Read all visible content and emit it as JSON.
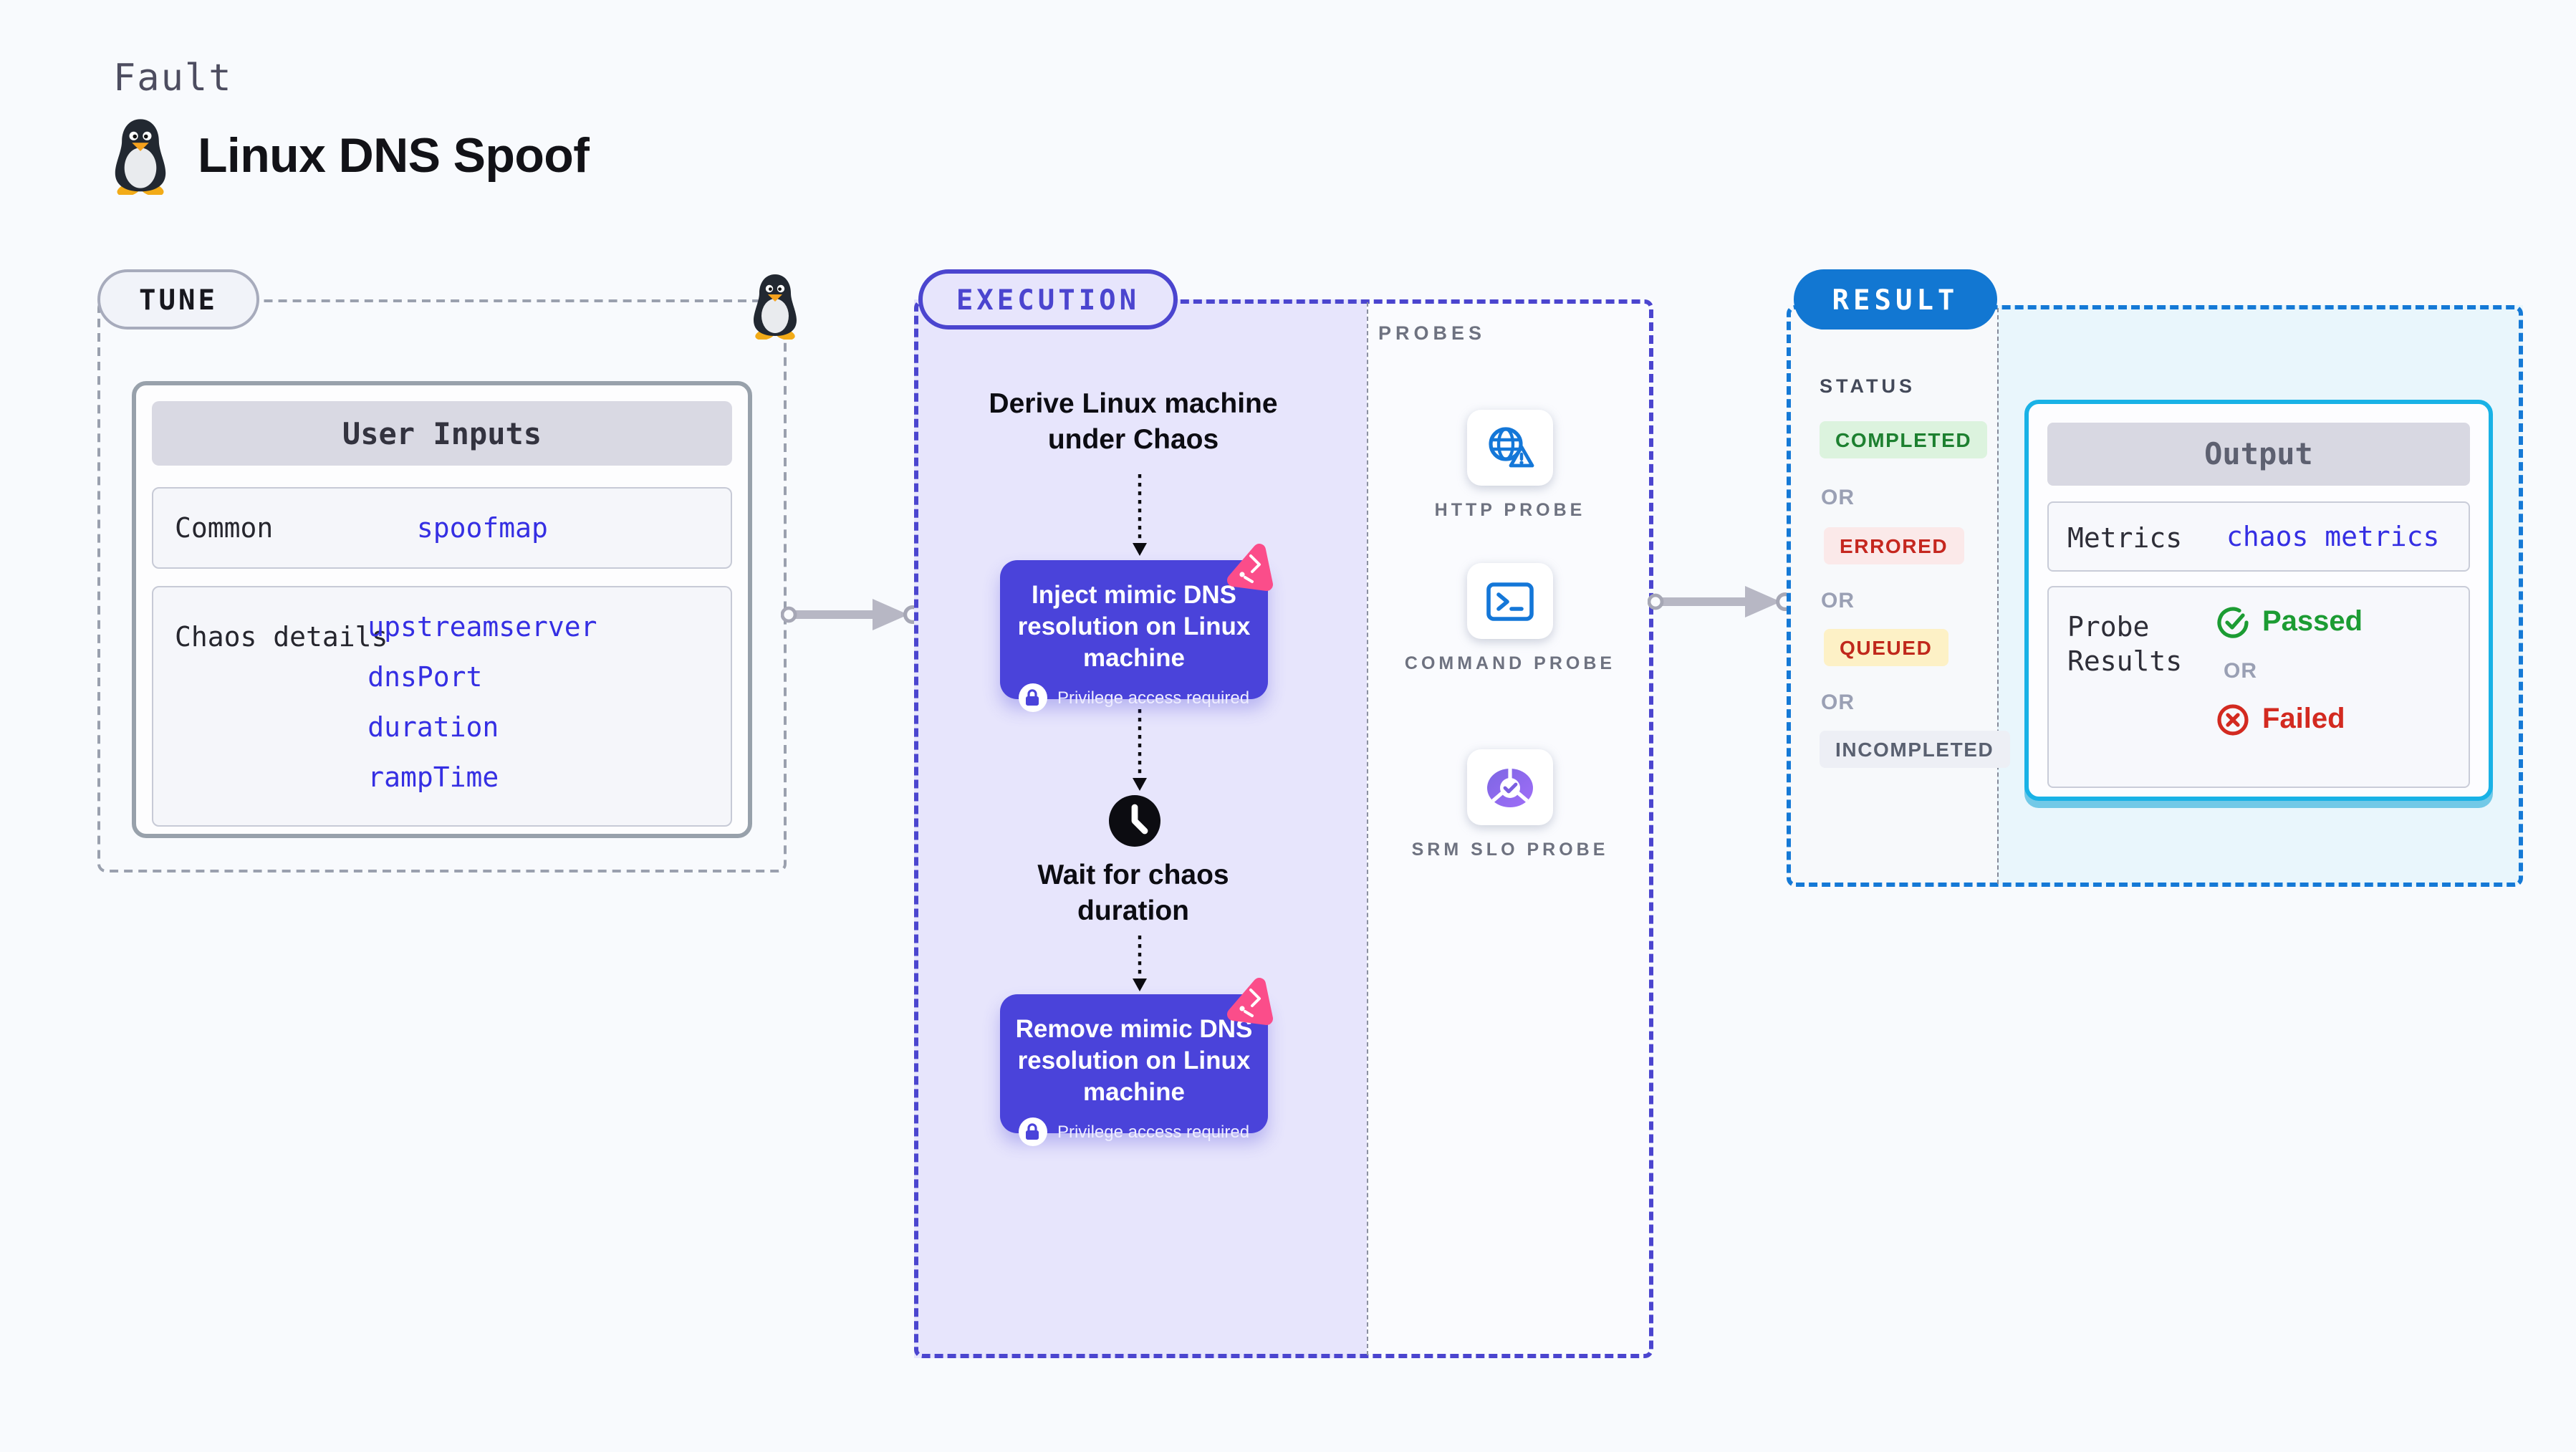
{
  "page": {
    "kicker": "Fault",
    "title": "Linux DNS Spoof"
  },
  "palette": {
    "accent_purple": "#4a43da",
    "exec_blue": "#4b45cf",
    "result_blue": "#1277d2",
    "output_cyan": "#19b2e6",
    "mono_blue": "#352fe3",
    "arrow_gray": "#b7b7c4",
    "lavender_bg": "#e7e5fc",
    "lightblue_bg": "#e9f6fc",
    "pink_logo": "#fb4d8a"
  },
  "tune": {
    "label": "TUNE",
    "table_title": "User Inputs",
    "rows": [
      {
        "label": "Common",
        "values": [
          "spoofmap"
        ]
      },
      {
        "label": "Chaos details",
        "values": [
          "upstreamserver",
          "dnsPort",
          "duration",
          "rampTime"
        ]
      }
    ]
  },
  "execution": {
    "label": "EXECUTION",
    "derive_step": "Derive Linux machine under Chaos",
    "inject_step": {
      "title": "Inject mimic DNS resolution on Linux machine",
      "note": "Privilege access required",
      "icon": "lock-icon"
    },
    "wait_step": {
      "text": "Wait for chaos duration",
      "icon": "clock-icon"
    },
    "remove_step": {
      "title": "Remove mimic DNS resolution on Linux machine",
      "note": "Privilege access required",
      "icon": "lock-icon"
    }
  },
  "probes": {
    "label": "PROBES",
    "items": [
      {
        "name": "HTTP PROBE",
        "icon": "globe-alert-icon"
      },
      {
        "name": "COMMAND PROBE",
        "icon": "terminal-icon"
      },
      {
        "name": "SRM SLO PROBE",
        "icon": "slo-pie-check-icon"
      }
    ]
  },
  "result": {
    "label": "RESULT",
    "status_label": "STATUS",
    "or_label": "OR",
    "statuses": [
      {
        "text": "COMPLETED",
        "fg": "#1d8030",
        "bg": "#dcf3de"
      },
      {
        "text": "ERRORED",
        "fg": "#c5271f",
        "bg": "#fbe9e9"
      },
      {
        "text": "QUEUED",
        "fg": "#c0281c",
        "bg": "#fdf1c6"
      },
      {
        "text": "INCOMPLETED",
        "fg": "#596070",
        "bg": "#edeff5"
      }
    ],
    "output": {
      "title": "Output",
      "metrics_label": "Metrics",
      "metrics_value": "chaos metrics",
      "probe_results_label": "Probe Results",
      "passed_label": "Passed",
      "failed_label": "Failed",
      "passed_icon": "check-circle-icon",
      "failed_icon": "x-circle-icon"
    }
  }
}
